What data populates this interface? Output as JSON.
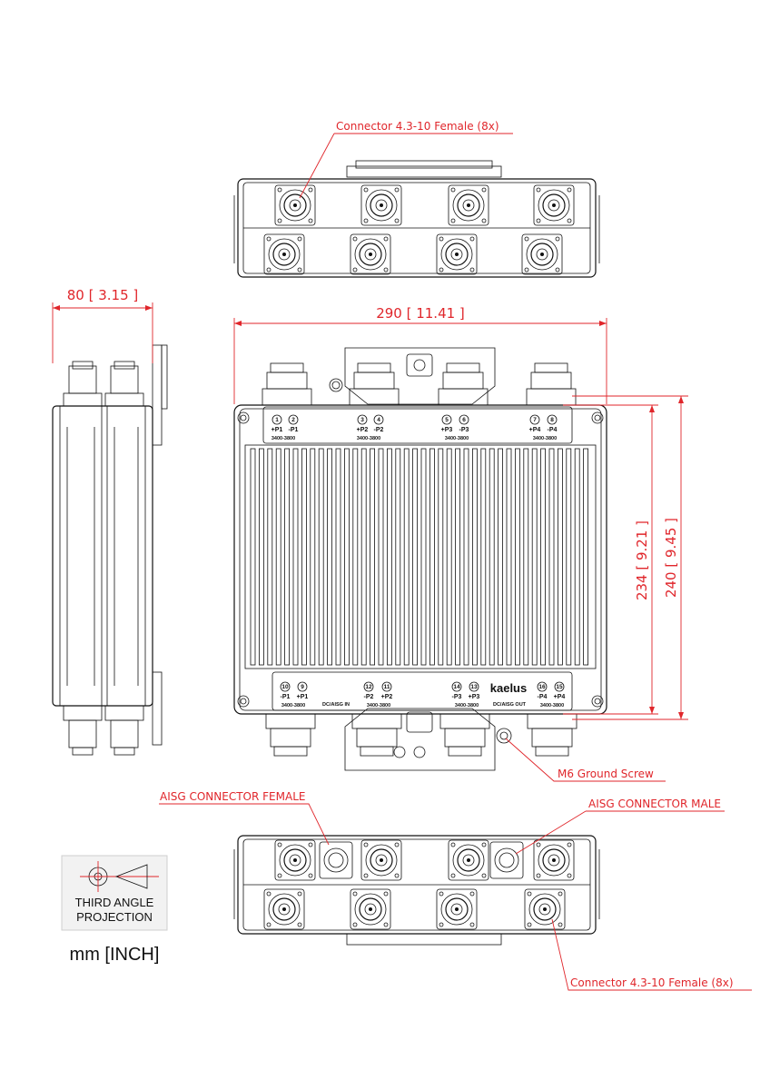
{
  "callouts": {
    "top_connector": "Connector 4.3-10 Female (8x)",
    "bottom_connector": "Connector 4.3-10 Female (8x)",
    "aisg_female": "AISG CONNECTOR FEMALE",
    "aisg_male": "AISG CONNECTOR MALE",
    "ground_screw": "M6 Ground Screw"
  },
  "dimensions": {
    "depth": "80 [ 3.15 ]",
    "width": "290 [ 11.41 ]",
    "height_body": "234 [ 9.21 ]",
    "height_total": "240 [ 9.45 ]"
  },
  "top_ports": [
    {
      "num": "1",
      "label": "+P1"
    },
    {
      "num": "2",
      "label": "-P1"
    },
    {
      "num": "3",
      "label": "+P2"
    },
    {
      "num": "4",
      "label": "-P2"
    },
    {
      "num": "5",
      "label": "+P3"
    },
    {
      "num": "6",
      "label": "-P3"
    },
    {
      "num": "7",
      "label": "+P4"
    },
    {
      "num": "8",
      "label": "-P4"
    }
  ],
  "bottom_ports": [
    {
      "num": "10",
      "label": "-P1"
    },
    {
      "num": "9",
      "label": "+P1"
    },
    {
      "num": "12",
      "label": "-P2"
    },
    {
      "num": "11",
      "label": "+P2"
    },
    {
      "num": "14",
      "label": "-P3"
    },
    {
      "num": "13",
      "label": "+P3"
    },
    {
      "num": "16",
      "label": "-P4"
    },
    {
      "num": "15",
      "label": "+P4"
    }
  ],
  "band_label": "3400-3800",
  "dc_aisg_in": "DC/AISG IN",
  "dc_aisg_out": "DC/AISG OUT",
  "brand": "kaelus",
  "legend": {
    "line1": "THIRD ANGLE",
    "line2": "PROJECTION",
    "units": "mm [INCH]"
  },
  "colors": {
    "annotation": "#e0262b",
    "drawing": "#111111"
  }
}
